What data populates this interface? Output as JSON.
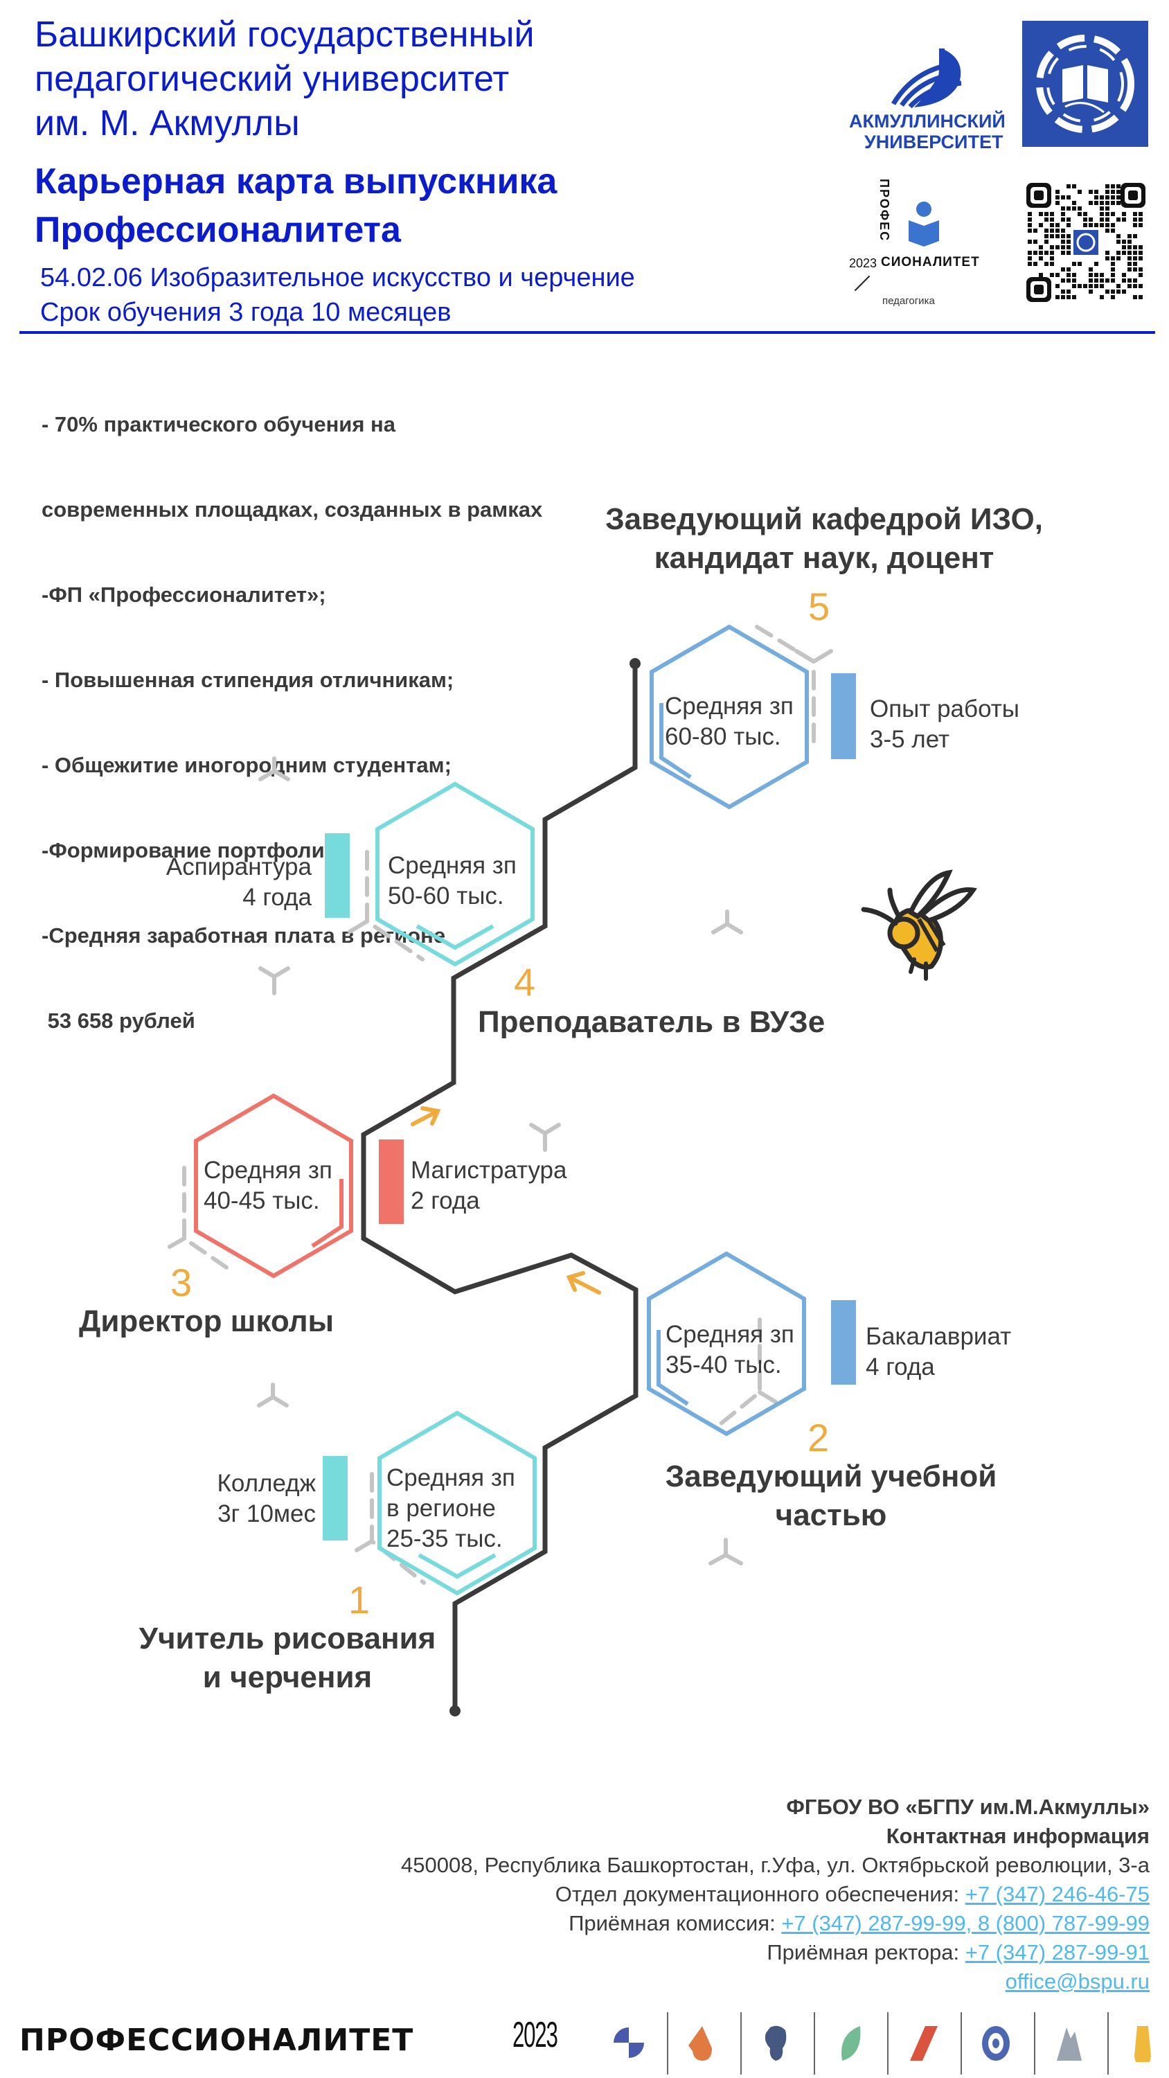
{
  "header": {
    "university_lines": [
      "Башкирский государственный",
      "педагогический университет",
      "им. М. Акмуллы"
    ],
    "map_title_lines": [
      "Карьерная карта выпускника",
      "Профессионалитета"
    ],
    "program": "54.02.06 Изобразительное искусство и черчение",
    "duration": "Срок обучения 3 года 10 месяцев",
    "accent_color": "#0a1ccc"
  },
  "logos": {
    "akmulla_line1": "АКМУЛЛИНСКИЙ",
    "akmulla_line2": "УНИВЕРСИТЕТ",
    "prof_vertical": "ПРОФЕС",
    "prof_horizontal": "СИОНАЛИТЕТ",
    "prof_year": "2023",
    "prof_caption": "педагогика"
  },
  "benefits": {
    "lines": [
      "- 70% практического обучения на",
      "современных площадках, созданных в рамках",
      "-ФП «Профессионалитет»;",
      "- Повышенная стипендия отличникам;",
      "- Общежитие иногородним студентам;",
      "-Формирование портфолио;",
      "-Средняя заработная плата в регионе",
      " 53 658 рублей"
    ]
  },
  "career_steps": [
    {
      "number": "1",
      "role_lines": [
        "Учитель рисования",
        "и черчения"
      ],
      "salary_lines": [
        "Средняя зп",
        "в регионе",
        "25-35 тыс."
      ],
      "education_lines": [
        "Колледж",
        "3г 10мес"
      ],
      "color": "#77dbdb"
    },
    {
      "number": "2",
      "role_lines": [
        "Заведующий учебной",
        "частью"
      ],
      "salary_lines": [
        "Средняя зп",
        "35-40 тыс."
      ],
      "education_lines": [
        "Бакалавриат",
        "4 года"
      ],
      "color": "#74acdd"
    },
    {
      "number": "3",
      "role_lines": [
        "Директор школы"
      ],
      "salary_lines": [
        "Средняя зп",
        "40-45 тыс."
      ],
      "education_lines": [
        "Магистратура",
        "2 года"
      ],
      "color": "#f0736a"
    },
    {
      "number": "4",
      "role_lines": [
        "Преподаватель в ВУЗе"
      ],
      "salary_lines": [
        "Средняя зп",
        "50-60 тыс."
      ],
      "education_lines": [
        "Аспирантура",
        "4 года"
      ],
      "color": "#77dbdb"
    },
    {
      "number": "5",
      "role_lines": [
        "Заведующий кафедрой ИЗО,",
        "кандидат наук, доцент"
      ],
      "salary_lines": [
        "Средняя зп",
        "60-80 тыс."
      ],
      "education_lines": [
        "Опыт работы",
        "3-5 лет"
      ],
      "color": "#74acdd"
    }
  ],
  "colors": {
    "path": "#3a3a3a",
    "step_number": "#f0ab3c",
    "arrow": "#f0ab3c",
    "decor": "#c4c4c4",
    "link": "#4fb8ef"
  },
  "contacts": {
    "org": "ФГБОУ ВО «БГПУ им.М.Акмуллы»",
    "heading": "Контактная информация",
    "address": "450008, Республика Башкортостан, г.Уфа, ул. Октябрьской революции, 3-а",
    "items": [
      {
        "label": "Отдел документационного обеспечения: ",
        "value": "+7 (347) 246-46-75"
      },
      {
        "label": "Приёмная комиссия: ",
        "value": "+7 (347) 287-99-99, 8 (800) 787-99-99"
      },
      {
        "label": "Приёмная ректора: ",
        "value": "+7 (347) 287-99-91"
      }
    ],
    "email": "office@bspu.ru"
  },
  "footer": {
    "brand": "ПРОФЕССИОНАЛИТЕТ",
    "year": "2023",
    "icons": [
      {
        "name": "quarter-circles-icon",
        "color": "#4a5aab"
      },
      {
        "name": "orange-drop-icon",
        "color": "#e07a40"
      },
      {
        "name": "navy-head-icon",
        "color": "#45587f"
      },
      {
        "name": "green-leaf-icon",
        "color": "#73bb93"
      },
      {
        "name": "red-slash-icon",
        "color": "#d9533f"
      },
      {
        "name": "target-ring-icon",
        "color": "#4a67b0"
      },
      {
        "name": "gray-mountain-icon",
        "color": "#9aa3b0"
      },
      {
        "name": "yellow-bell-icon",
        "color": "#f0b93c"
      }
    ]
  }
}
